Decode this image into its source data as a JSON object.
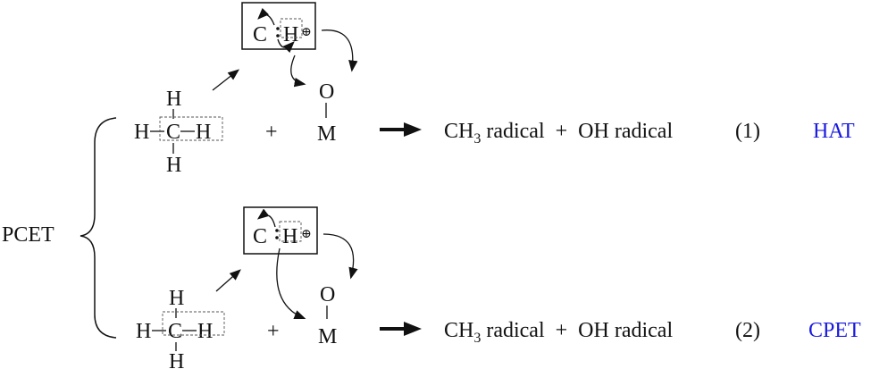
{
  "side_label": "PCET",
  "colors": {
    "mechanism": "#1a1adf",
    "ink": "#111111"
  },
  "reactions": [
    {
      "methane": {
        "center": "C",
        "h_top": "H",
        "h_left": "H",
        "h_right": "H",
        "h_bottom": "H"
      },
      "plus": "+",
      "intermediate": {
        "c": "C",
        "h": "H",
        "charge": "⊕"
      },
      "oxo": {
        "o": "O",
        "m": "M"
      },
      "product_prefix": "CH",
      "product_sub": "3",
      "product_rest": " radical  +  OH radical",
      "number": "(1)",
      "mechanism": "HAT"
    },
    {
      "methane": {
        "center": "C",
        "h_top": "H",
        "h_left": "H",
        "h_right": "H",
        "h_bottom": "H"
      },
      "plus": "+",
      "intermediate": {
        "c": "C",
        "h": "H",
        "charge": "⊕"
      },
      "oxo": {
        "o": "O",
        "m": "M"
      },
      "product_prefix": "CH",
      "product_sub": "3",
      "product_rest": " radical  +  OH radical",
      "number": "(2)",
      "mechanism": "CPET"
    }
  ]
}
